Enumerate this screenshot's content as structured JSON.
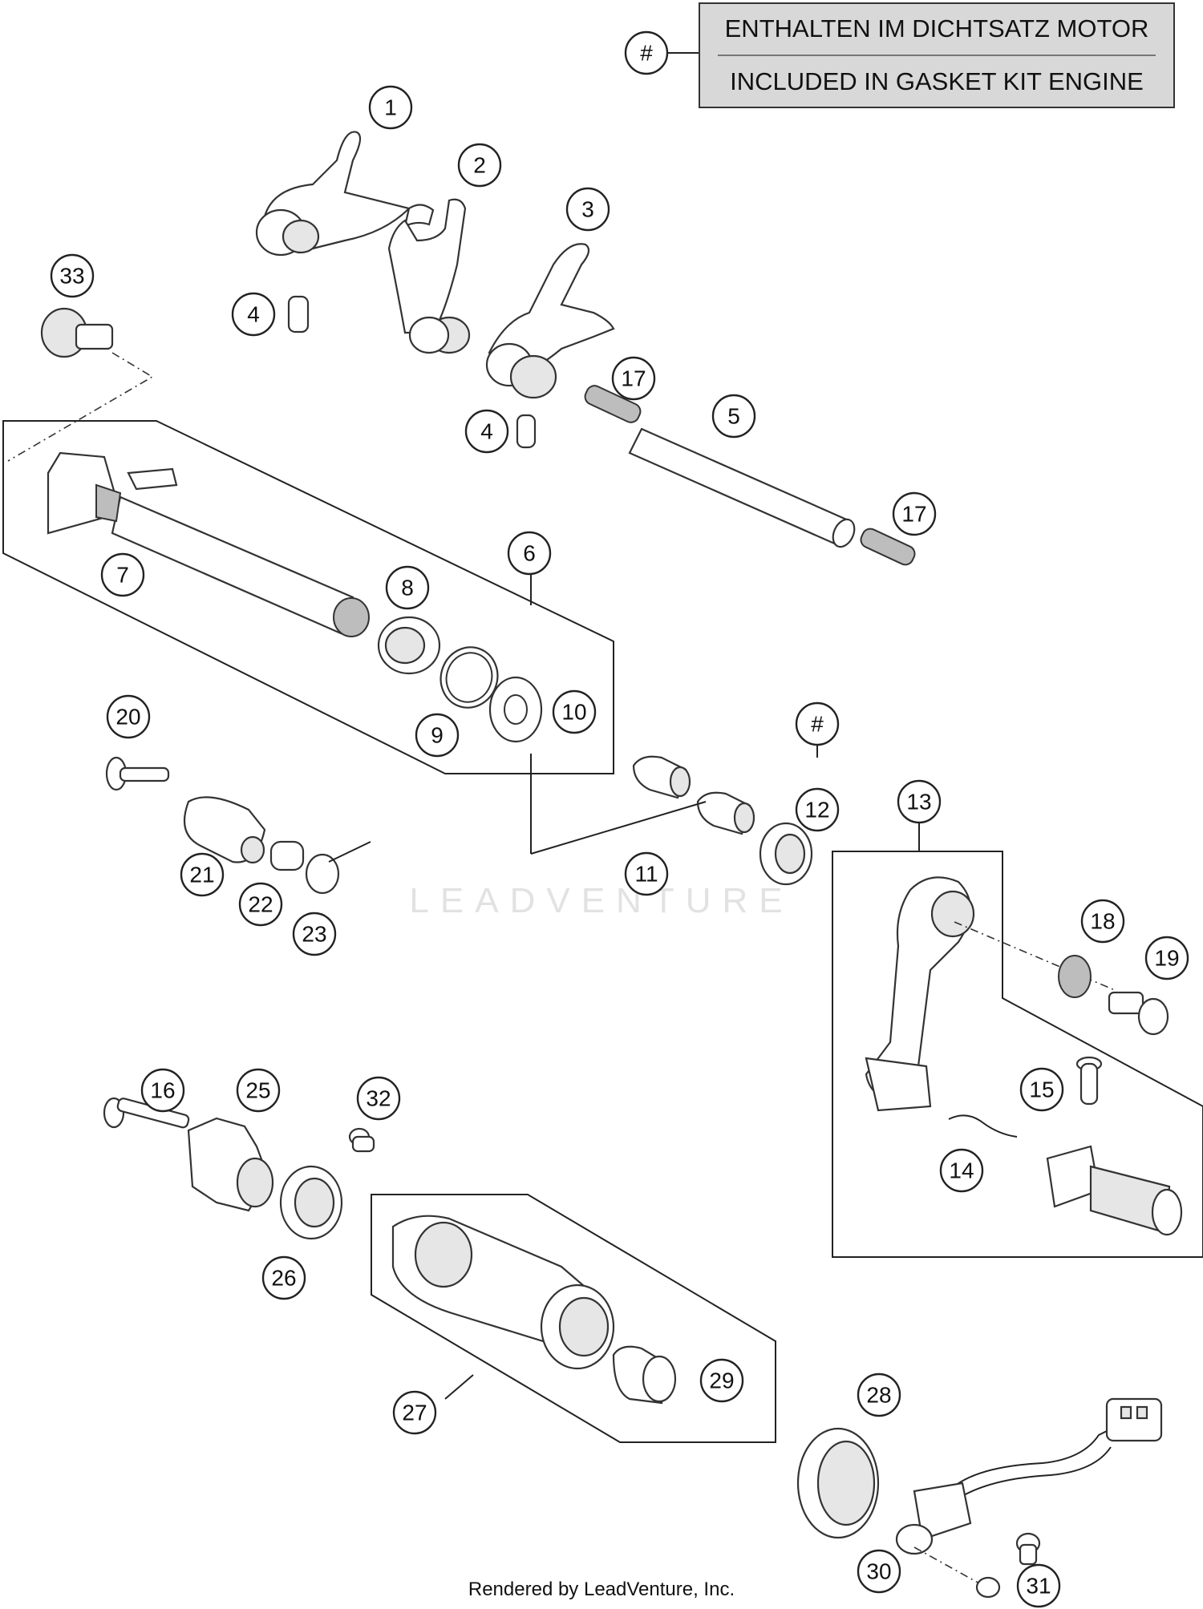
{
  "legend": {
    "symbol": "#",
    "line1": "ENTHALTEN IM DICHTSATZ MOTOR",
    "line2": "INCLUDED IN GASKET KIT ENGINE"
  },
  "callouts": [
    "1",
    "2",
    "3",
    "4",
    "4",
    "5",
    "6",
    "7",
    "8",
    "9",
    "10",
    "11",
    "12",
    "#",
    "13",
    "14",
    "15",
    "16",
    "17",
    "17",
    "18",
    "19",
    "20",
    "21",
    "22",
    "23",
    "25",
    "26",
    "27",
    "28",
    "29",
    "30",
    "31",
    "32",
    "33"
  ],
  "watermark": "LEADVENTURE",
  "footer": "Rendered by LeadVenture, Inc."
}
